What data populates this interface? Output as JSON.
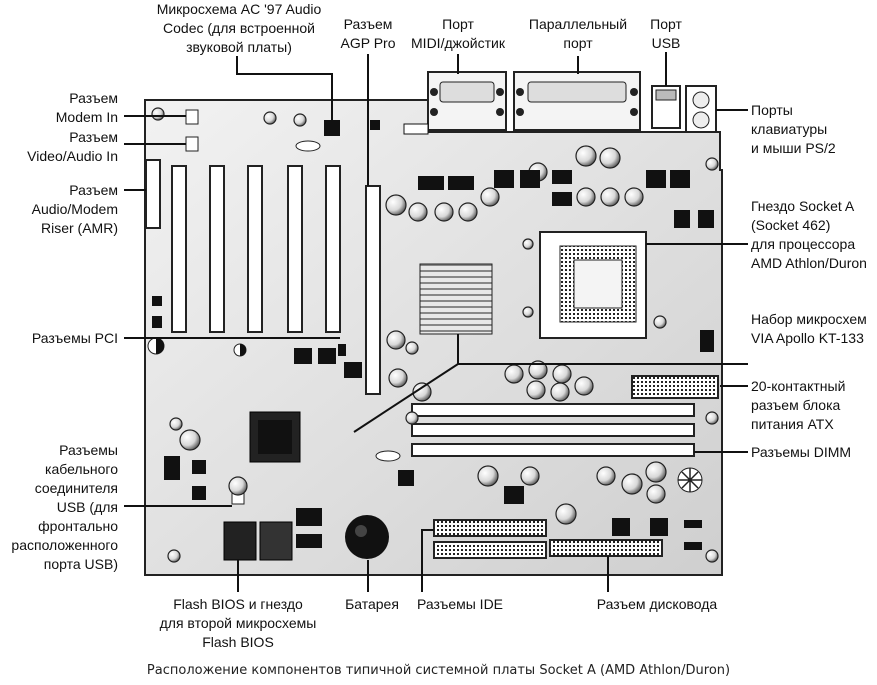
{
  "labels": {
    "ac97": "Микросхема AC '97 Audio\nCodec (для встроенной\nзвуковой платы)",
    "agp": "Разъем\nAGP Pro",
    "midi": "Порт\nMIDI/джойстик",
    "parallel": "Параллельный\nпорт",
    "usb_port": "Порт\nUSB",
    "modem_in": "Разъем\nModem In",
    "video_audio_in": "Разъем\nVideo/Audio In",
    "amr": "Разъем\nAudio/Modem\nRiser (AMR)",
    "pci": "Разъемы PCI",
    "usb_header": "Разъемы\nкабельного\nсоединителя\nUSB (для\nфронтально\nрасположенного\nпорта USB)",
    "ps2": "Порты\nклавиатуры\nи мыши PS/2",
    "socket": "Гнездо Socket A\n(Socket 462)\nдля процессора\nAMD Athlon/Duron",
    "chipset": "Набор микросхем\nVIA Apollo KT-133",
    "atx": "20-контактный\nразъем блока\nпитания ATX",
    "dimm": "Разъемы DIMM",
    "flash_bios": "Flash BIOS и гнездо\nдля второй микросхемы\nFlash BIOS",
    "battery": "Батарея",
    "ide": "Разъемы IDE",
    "floppy": "Разъем дисковода"
  },
  "caption": "Расположение компонентов типичной системной платы Socket A (AMD Athlon/Duron)"
}
